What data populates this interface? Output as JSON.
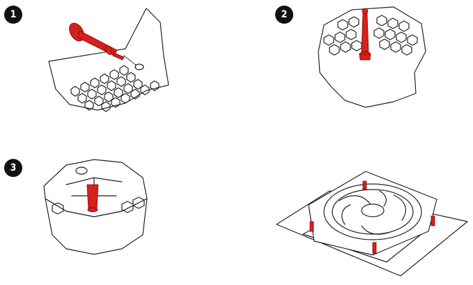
{
  "steps": [
    {
      "number": "1"
    },
    {
      "number": "2"
    },
    {
      "number": "3"
    }
  ],
  "colors": {
    "accent_red": "#d8201c",
    "line": "#222222",
    "badge": "#111111"
  },
  "icons": [
    "rubber-pin-icon",
    "fan-icon",
    "heatsink-icon"
  ]
}
